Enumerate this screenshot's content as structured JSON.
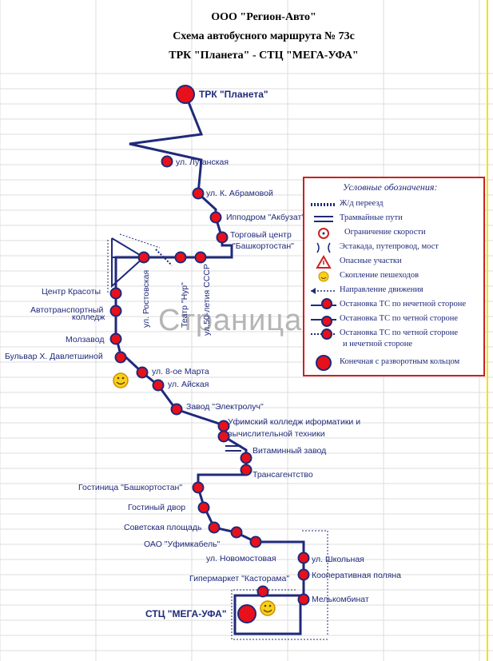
{
  "header": {
    "company": "ООО \"Регион-Авто\"",
    "scheme": "Схема автобусного маршрута № 73с",
    "route": "ТРК \"Планета\" - СТЦ \"МЕГА-УФА\""
  },
  "page_mark": "Страница 1",
  "terminals": {
    "start": "ТРК \"Планета\"",
    "end": "СТЦ \"МЕГА-УФА\""
  },
  "stops": {
    "luganskaya": "ул. Луганская",
    "abramovoy": "ул. К. Абрамовой",
    "ippodrom": "Ипподром \"Акбузат\"",
    "tc_line1": "Торговый центр",
    "tc_line2": "\"Башкортостан\"",
    "rostovskaya": "ул. Ростовская",
    "teatr_nur": "Театр \"Нур\"",
    "let_sssr": "ул.50-летия СССР",
    "centr_krasoty": "Центр Красоты",
    "avtotrans_line1": "Автотранспортный",
    "avtotrans_line2": "колледж",
    "molzavod": "Молзавод",
    "bulvar": "Бульвар Х. Давлетшиной",
    "vosmoe_marta": "ул. 8-ое Марта",
    "ayskaya": "ул. Айская",
    "elektroluch": "Завод \"Электролуч\"",
    "ufimsky_line1": "Уфимский колледж иформатики и",
    "ufimsky_line2": "вычислительной техники",
    "vitaminny": "Витаминный завод",
    "transagentstvo": "Трансагентство",
    "gostinica": "Гостиница \"Башкортостан\"",
    "gostiny_dvor": "Гостиный двор",
    "sovetskaya": "Советская площадь",
    "ufimkabel": "ОАО \"Уфимкабель\"",
    "novomostovaya": "ул. Новомостовая",
    "shkolnaya": "ул. Школьная",
    "kooperativnaya": "Кооперативная поляна",
    "kastorama": "Гипермаркет \"Касторама\"",
    "melkombinat": "Мелькомбинат"
  },
  "legend": {
    "title": "Условные обозначения:",
    "items": [
      {
        "symbol": "railway-crossing-icon",
        "label": "Ж/д переезд"
      },
      {
        "symbol": "tram-tracks-icon",
        "label": "Трамвайные пути"
      },
      {
        "symbol": "speed-limit-icon",
        "label": "Ограничение скорости"
      },
      {
        "symbol": "overpass-icon",
        "label": "Эстакада, путепровод, мост"
      },
      {
        "symbol": "warning-triangle-icon",
        "label": "Опасные участки"
      },
      {
        "symbol": "pedestrian-smiley-icon",
        "label": "Скопление пешеходов"
      },
      {
        "symbol": "direction-arrow-icon",
        "label": "Направление движения"
      },
      {
        "symbol": "stop-odd-icon",
        "label": "Остановка ТС по нечетной стороне"
      },
      {
        "symbol": "stop-even-icon",
        "label": "Остановка ТС по четной стороне"
      },
      {
        "symbol": "stop-both-icon",
        "label": "Остановка ТС по четной стороне"
      },
      {
        "symbol": "",
        "label": "и нечетной стороне"
      },
      {
        "symbol": "terminal-loop-icon",
        "label": "Конечная с  разворотным кольцом"
      }
    ]
  },
  "colors": {
    "route": "#1f2a7a",
    "stop_fill": "#e8101a",
    "legend_border": "#cc2020",
    "grid": "#dcdcdc",
    "page_mark": "#b5b5b5"
  }
}
